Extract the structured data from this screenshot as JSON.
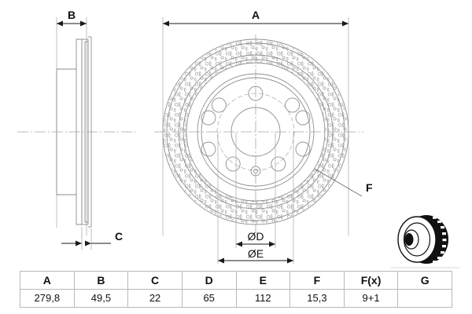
{
  "drawing": {
    "title_labels": {
      "dim_a": "A",
      "dim_b": "B",
      "dim_c": "C",
      "dim_d": "ØD",
      "dim_e": "ØE",
      "callout_f": "F"
    },
    "colors": {
      "line": "#888888",
      "dimension_line": "#1a1a1a",
      "text": "#111111",
      "table_border": "#b9b9b9",
      "background": "#ffffff",
      "thumbnail": "#000000"
    },
    "views": {
      "side_view": "brake-disc-side-section",
      "face_view": "brake-disc-front-face",
      "thumbnail": "brake-disc-product-photo"
    },
    "face_view_features": {
      "bolt_holes": 5,
      "lightening_holes": 5,
      "center_pilot_bore": 1,
      "drilled_ring_pattern": true
    }
  },
  "table": {
    "headers": [
      "A",
      "B",
      "C",
      "D",
      "E",
      "F",
      "F(x)",
      "G"
    ],
    "values": [
      "279,8",
      "49,5",
      "22",
      "65",
      "112",
      "15,3",
      "9+1",
      ""
    ]
  }
}
